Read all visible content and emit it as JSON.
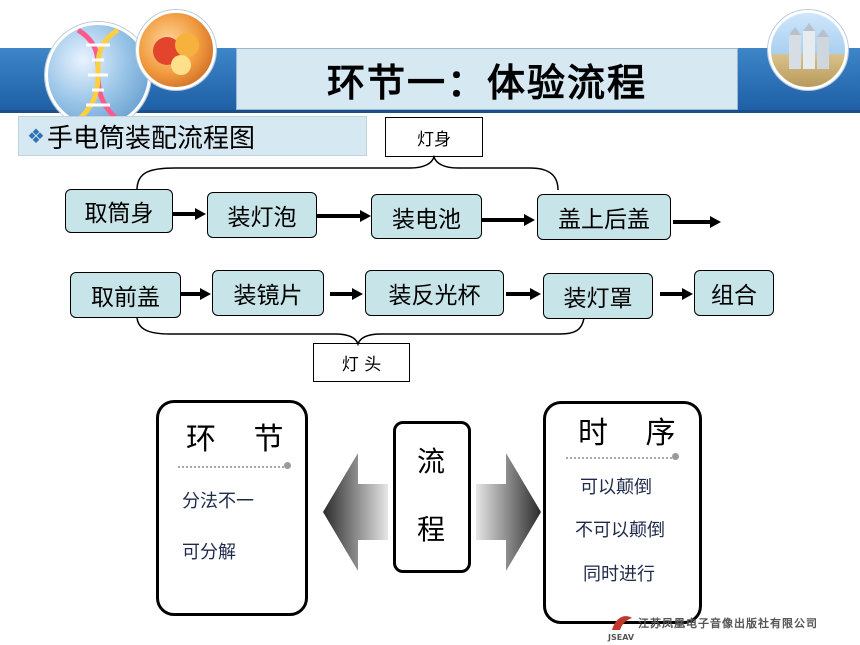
{
  "header": {
    "title": "环节一：体验流程"
  },
  "subtitle": {
    "icon": "diamond-bullet-icon",
    "text": "手电筒装配流程图"
  },
  "brace_labels": {
    "top": "灯身",
    "bottom": "灯 头"
  },
  "flow": {
    "row1": [
      "取筒身",
      "装灯泡",
      "装电池",
      "盖上后盖"
    ],
    "row2": [
      "取前盖",
      "装镜片",
      "装反光杯",
      "装灯罩",
      "组合"
    ]
  },
  "panels": {
    "left": {
      "title": "环 节",
      "items": [
        "分法不一",
        "可分解"
      ]
    },
    "center": {
      "chars": [
        "流",
        "程"
      ]
    },
    "right": {
      "title": "时 序",
      "items": [
        "可以颠倒",
        "不可以颠倒",
        "同时进行"
      ]
    }
  },
  "footer": {
    "publisher": "江苏凤凰电子音像出版社有限公司",
    "logo_text": "JSEAV"
  },
  "colors": {
    "band": "#2e74b5",
    "title_bg": "#d6e9f3",
    "step_bg": "#c7e4e8"
  }
}
